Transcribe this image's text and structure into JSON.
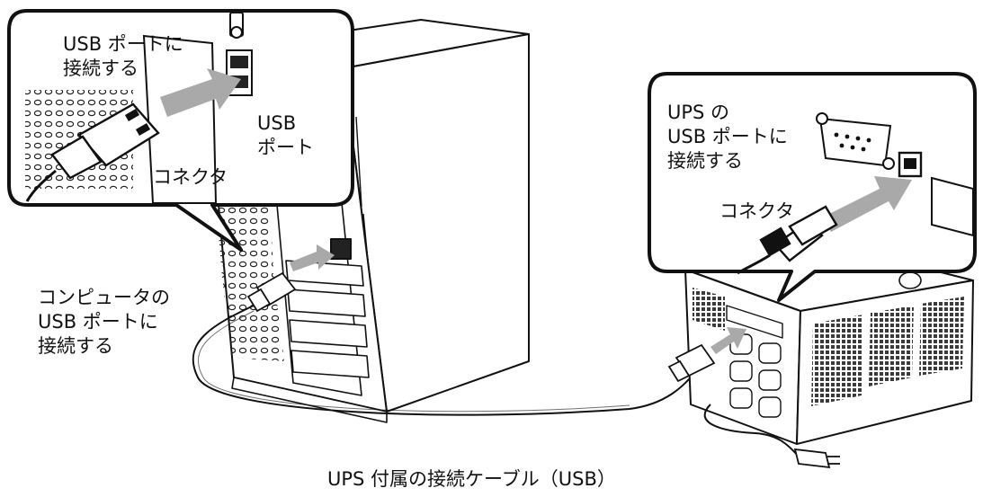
{
  "diagram": {
    "callout_pc": {
      "connect_label": [
        "USB ポートに",
        "接続する"
      ],
      "port_label": [
        "USB",
        "ポート"
      ],
      "connector_label": "コネクタ"
    },
    "callout_ups": {
      "connect_label": [
        "UPS の",
        "USB ポートに",
        "接続する"
      ],
      "connector_label": "コネクタ"
    },
    "pc_port_label": [
      "コンピュータの",
      "USB ポートに",
      "接続する"
    ],
    "cable_caption": "UPS 付属の接続ケーブル（USB）",
    "colors": {
      "line": "#111111",
      "arrow": "#a9a9a9",
      "background": "#ffffff",
      "vent": "#3a3a3a"
    }
  }
}
